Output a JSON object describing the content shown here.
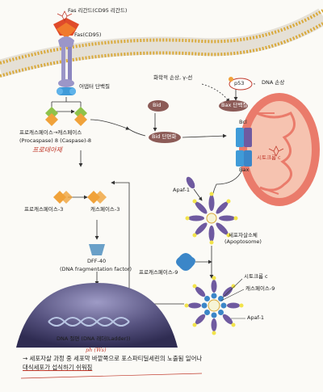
{
  "labels": {
    "fas_ligand": "Fas 리간드(CD95 리간드)",
    "fas_receptor": "Fas(CD95)",
    "adapter": "어댑터 단백질",
    "procaspase8": "프로캐스페이스→캐스페이스",
    "caspase8_line2": "(Procaspase) 8 (Caspase)-8",
    "chemical_damage": "화학적 손상, γ-선",
    "dna_damage": "DNA 손상",
    "p53": "p53",
    "bid": "Bid",
    "bid_cleaved": "Bid 단편화",
    "bax_upper": "Bax 단백질",
    "bcl": "Bcl",
    "cytochrome_c_mito": "시토크롬 c",
    "bax": "Bax",
    "apaf1_top": "Apaf-1",
    "procaspase3": "프로캐스페이스-3",
    "caspase3": "캐스페이스-3",
    "apoptosome": "세포자살소체\n(Apoptosome)",
    "procaspase9": "프로캐스페이스-9",
    "cytochrome_c": "시토크롬 c",
    "caspase9": "캐스페이스-9",
    "apaf1_bottom": "Apaf-1",
    "dff40": "DFF-40",
    "dna_fragmentation_factor": "(DNA fragmentation factor)",
    "dna_ladder": "DNA 절편 (DNA 래더(Ladder))"
  },
  "handwritten": {
    "caspase_note": "프로테아제",
    "ph_note": "ph (Ws)"
  },
  "caption": {
    "line1": "→ 세포자살 과정 중 세포막 바깥쪽으로 포스파티딜세린의 노출됨 일어나",
    "line2": "대식세포가 섭식하기 쉬워짐"
  },
  "colors": {
    "membrane_head": "#d9a93a",
    "receptor": "#9b96c8",
    "ligand": "#e04b2a",
    "adapter": "#3f9bd8",
    "caspase_orange": "#f0a23a",
    "caspase_green": "#8fc24a",
    "apaf_purple": "#6f5aa0",
    "mitochondria": "#ea7b6b",
    "nucleus": "#4b4876",
    "bid_brown": "#8c5b57",
    "procaspase9_blue": "#3b86c8"
  }
}
